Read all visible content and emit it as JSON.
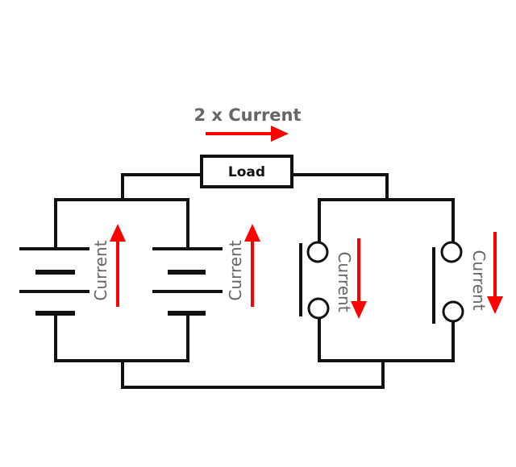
{
  "diagram": {
    "title": "2 x Current",
    "load_label": "Load",
    "branch_labels": [
      "Current",
      "Current",
      "Current",
      "Current"
    ],
    "colors": {
      "wire": "#111111",
      "arrow": "#ff0000",
      "label": "#666666"
    }
  }
}
